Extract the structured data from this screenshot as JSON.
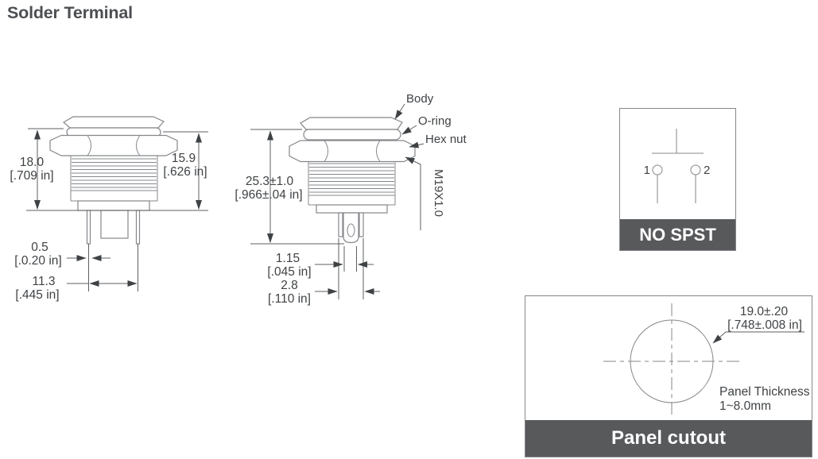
{
  "title": "Solder Terminal",
  "colors": {
    "line": "#85878b",
    "text": "#3f4245",
    "caption_bg": "#58595b",
    "caption_text": "#ffffff"
  },
  "side_view": {
    "height_mm": "18.0",
    "height_in": "[.709 in]",
    "thread_len_mm": "15.9",
    "thread_len_in": "[.626 in]",
    "pin_dia_mm": "0.5",
    "pin_dia_in": "[.0.20 in]",
    "pin_pitch_mm": "11.3",
    "pin_pitch_in": "[.445 in]"
  },
  "front_view": {
    "total_len_mm": "25.3±1.0",
    "total_len_in": "[.966±.04 in]",
    "label_body": "Body",
    "label_oring": "O-ring",
    "label_hexnut": "Hex nut",
    "thread_spec": "M19X1.0",
    "hole_w_mm": "1.15",
    "hole_w_in": "[.045 in]",
    "terminal_w_mm": "2.8",
    "terminal_w_in": "[.110 in]"
  },
  "circuit_box": {
    "pin1": "1",
    "pin2": "2",
    "caption": "NO SPST"
  },
  "panel_box": {
    "dia_mm": "19.0±.20",
    "dia_in": "[.748±.008 in]",
    "thickness_label": "Panel Thickness:",
    "thickness_value": "1~8.0mm",
    "caption": "Panel cutout"
  }
}
